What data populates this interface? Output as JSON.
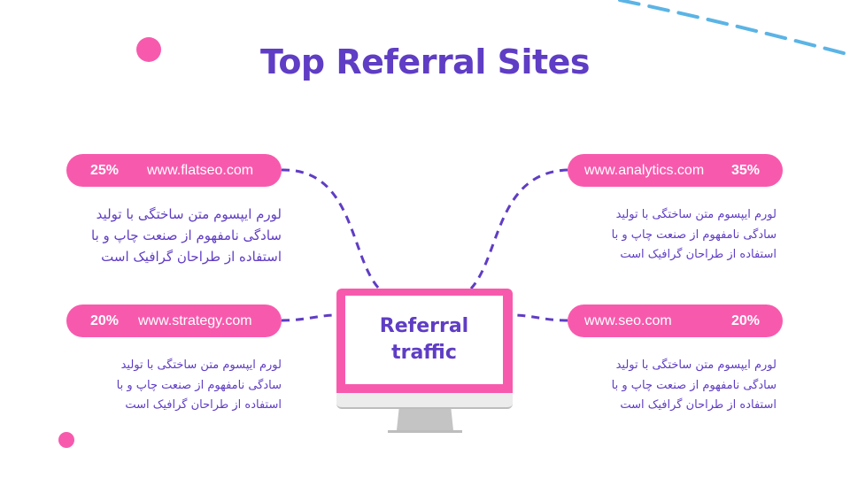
{
  "title": "Top Referral Sites",
  "center": {
    "line1": "Referral",
    "line2": "traffic"
  },
  "sites": [
    {
      "percent": "25%",
      "url": "www.flatseo.com",
      "desc": [
        "لورم ایپسوم متن ساختگی با تولید",
        "سادگی نامفهوم از صنعت چاپ و با",
        "استفاده از طراحان گرافیک است"
      ]
    },
    {
      "percent": "35%",
      "url": "www.analytics.com",
      "desc": [
        "لورم ایپسوم متن ساختگی با تولید",
        "سادگی نامفهوم از صنعت چاپ و با",
        "استفاده از طراحان گرافیک است"
      ]
    },
    {
      "percent": "20%",
      "url": "www.strategy.com",
      "desc": [
        "لورم ایپسوم متن ساختگی با تولید",
        "سادگی نامفهوم از صنعت چاپ و با",
        "استفاده از طراحان گرافیک است"
      ]
    },
    {
      "percent": "20%",
      "url": "www.seo.com",
      "desc": [
        "لورم ایپسوم متن ساختگی با تولید",
        "سادگی نامفهوم از صنعت چاپ و با",
        "استفاده از طراحان گرافیک است"
      ]
    }
  ],
  "colors": {
    "pink": "#f75aad",
    "purple": "#5f3dc4",
    "blue": "#5bb4e5"
  }
}
